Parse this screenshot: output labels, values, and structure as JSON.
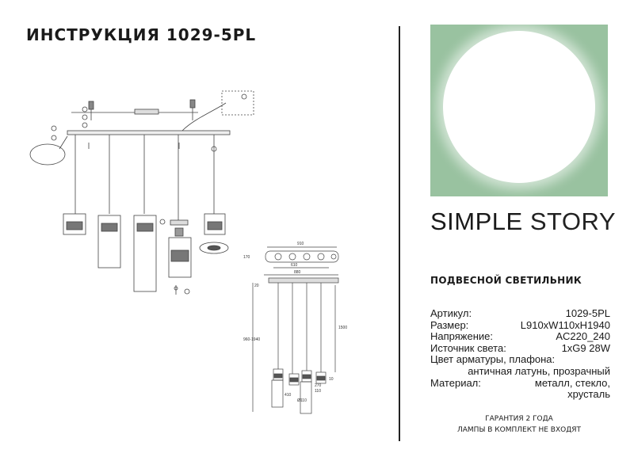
{
  "header": {
    "title": "ИНСТРУКЦИЯ 1029-5PL"
  },
  "brand": {
    "word1": "SIMPLE",
    "word2": "STORY"
  },
  "product": {
    "type": "ПОДВЕСНОЙ СВЕТИЛЬНИК"
  },
  "specs": {
    "article_label": "Артикул:",
    "article_value": "1029-5PL",
    "size_label": "Размер:",
    "size_value": "L910xW110xH1940",
    "voltage_label": "Напряжение:",
    "voltage_value": "AC220_240",
    "source_label": "Источник света:",
    "source_value": "1xG9 28W",
    "color_label": "Цвет арматуры, плафона:",
    "color_value": "античная латунь, прозрачный",
    "material_label": "Материал:",
    "material_value_1": "металл, стекло,",
    "material_value_2": "хрусталь"
  },
  "footer": {
    "line1": "ГАРАНТИЯ 2 ГОДА",
    "line2": "ЛАМПЫ В КОМПЛЕКТ НЕ ВХОДЯТ"
  },
  "drawing": {
    "dim_910": "910",
    "dim_610": "610",
    "dim_880": "880",
    "dim_170": "170",
    "dim_20": "20",
    "dim_1500": "1500",
    "dim_range": "960-1940",
    "dim_410": "410",
    "dim_110": "Ø110",
    "dim_270": "270",
    "dim_110b": "110",
    "dim_10": "10"
  },
  "colors": {
    "logo_bg": "#99c2a0",
    "text": "#1a1a1a"
  }
}
